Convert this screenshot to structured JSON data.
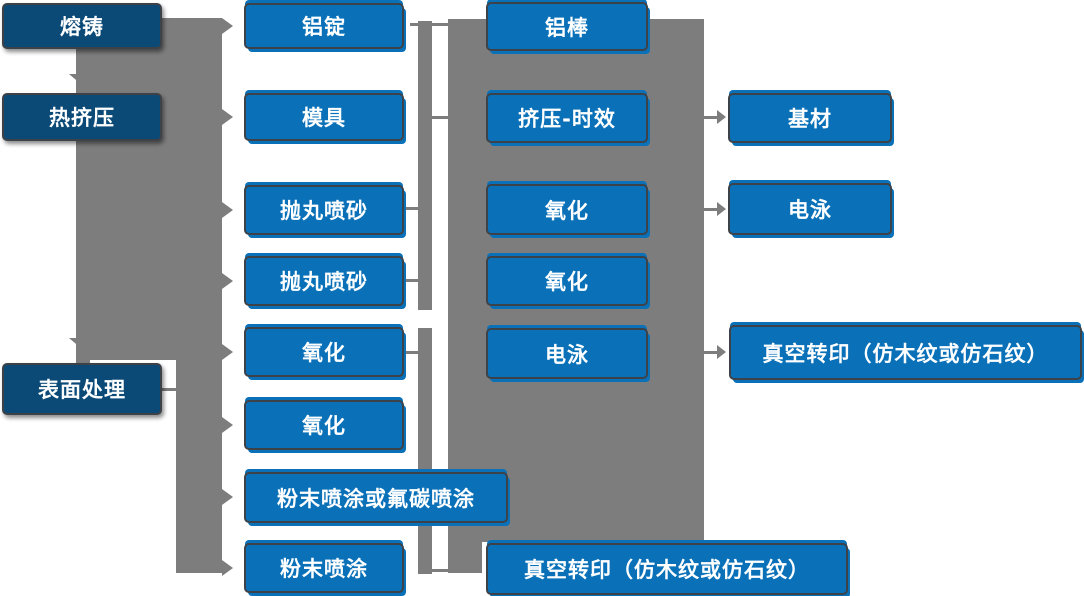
{
  "diagram": {
    "description": "Aluminum profile production process flowchart",
    "colors": {
      "stage_fill": "#0b4a77",
      "process_fill": "#0a71b9",
      "connector": "#7d7d7d",
      "border": "#3d4248",
      "text": "#ffffff",
      "background": "#ffffff"
    },
    "columns": [
      {
        "role": "stage",
        "nodes": [
          {
            "label": "熔铸"
          },
          {
            "label": "热挤压"
          },
          {
            "label": "表面处理"
          }
        ]
      },
      {
        "role": "primary-process",
        "nodes": [
          {
            "label": "铝锭"
          },
          {
            "label": "模具"
          },
          {
            "label": "抛丸喷砂"
          },
          {
            "label": "抛丸喷砂"
          },
          {
            "label": "氧化"
          },
          {
            "label": "氧化"
          },
          {
            "label": "粉末喷涂或氟碳喷涂"
          },
          {
            "label": "粉末喷涂"
          }
        ]
      },
      {
        "role": "secondary-process",
        "nodes": [
          {
            "label": "铝棒"
          },
          {
            "label": "挤压-时效"
          },
          {
            "label": "氧化"
          },
          {
            "label": "氧化"
          },
          {
            "label": "电泳"
          },
          {
            "label": "真空转印（仿木纹或仿石纹）"
          }
        ]
      },
      {
        "role": "output",
        "nodes": [
          {
            "label": "基材"
          },
          {
            "label": "电泳"
          },
          {
            "label": "真空转印（仿木纹或仿石纹）"
          }
        ]
      }
    ]
  }
}
